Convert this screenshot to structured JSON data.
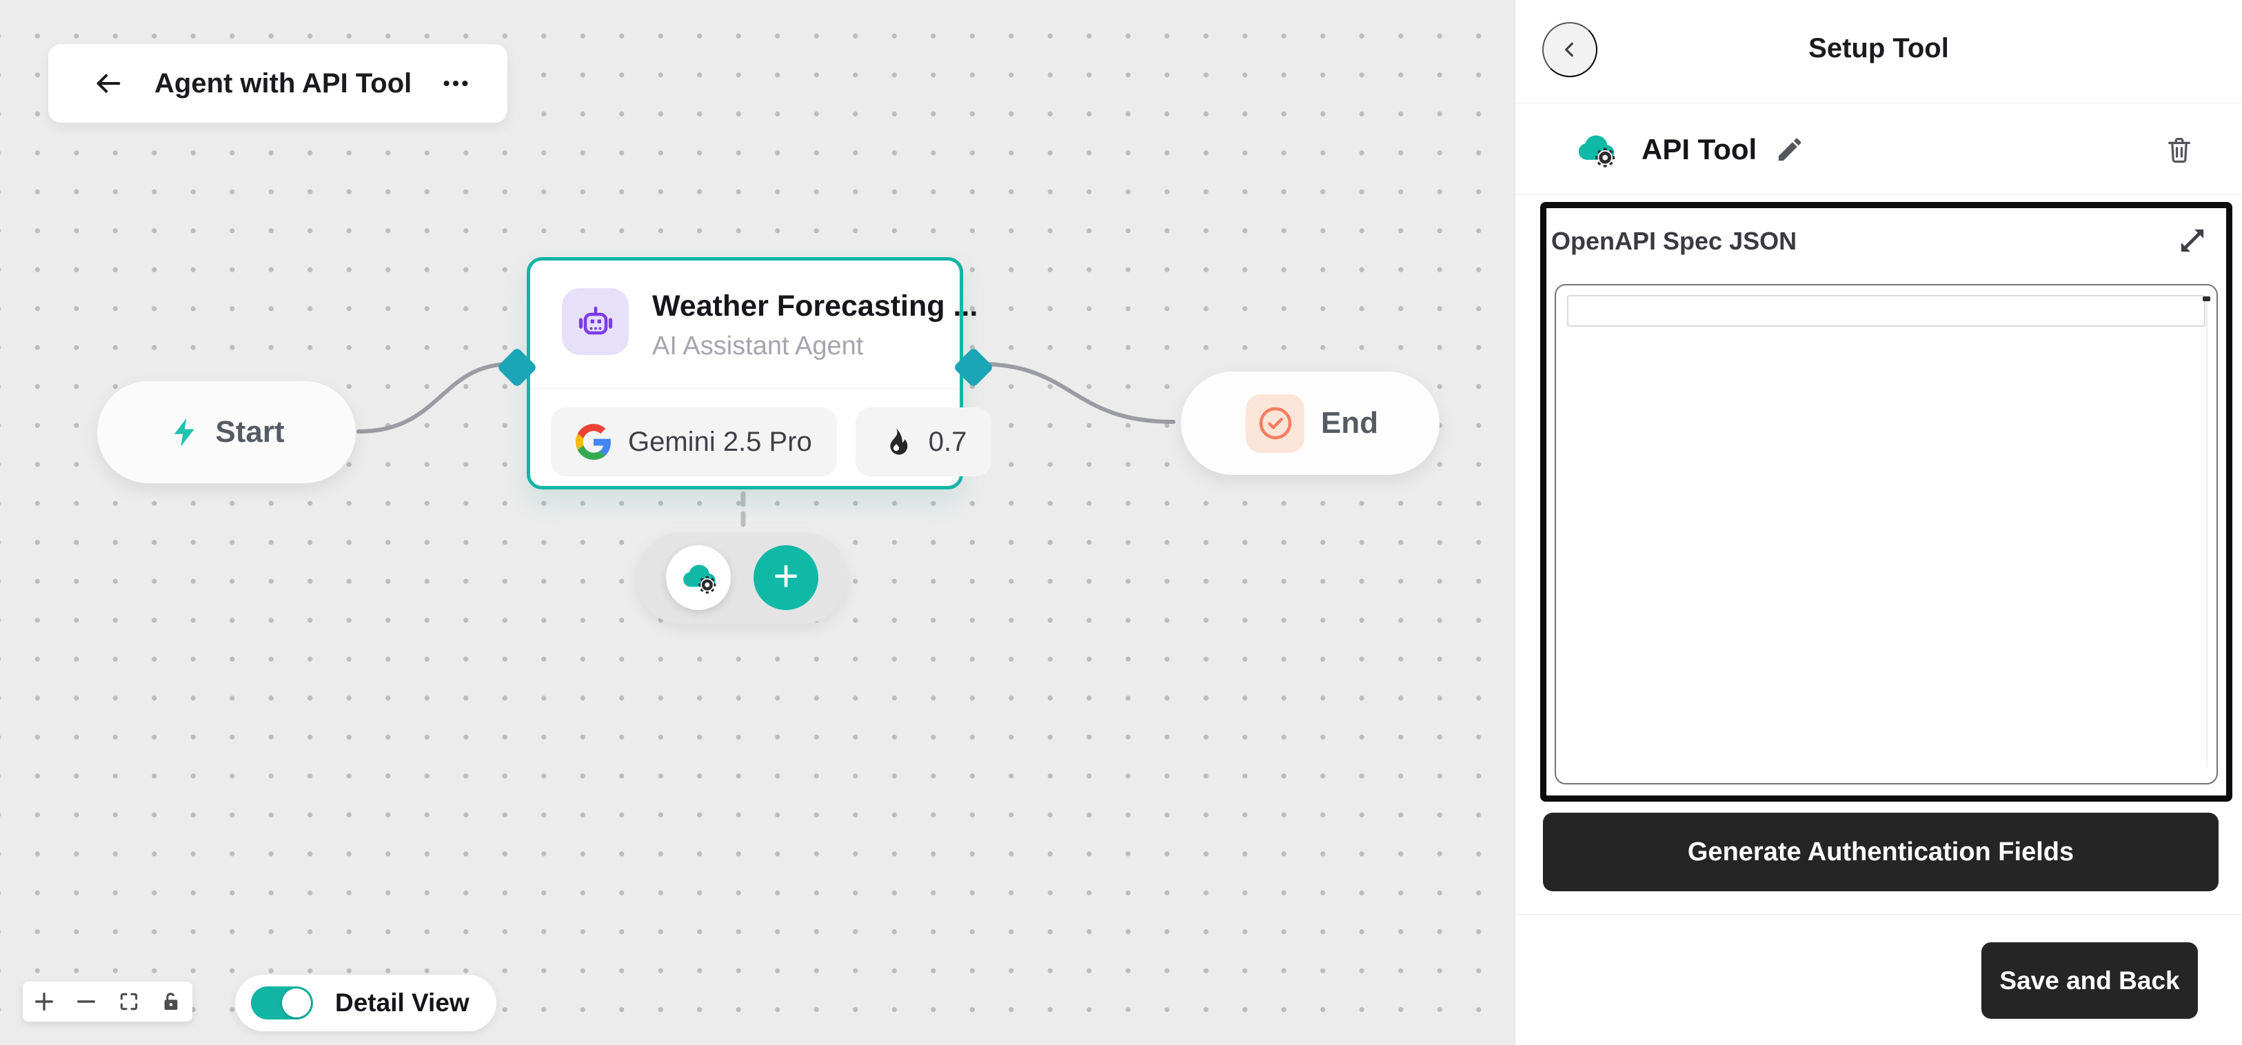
{
  "canvas": {
    "title_card": {
      "title": "Agent with API Tool",
      "menu_glyph": "⋯"
    },
    "start_node": {
      "label": "Start"
    },
    "agent_node": {
      "title": "Weather Forecasting ...",
      "subtitle": "AI Assistant Agent",
      "model": "Gemini 2.5 Pro",
      "temperature": "0.7"
    },
    "end_node": {
      "label": "End"
    },
    "add_tool": {
      "plus_glyph": "+"
    },
    "detail_toggle": {
      "label": "Detail View",
      "state": "on"
    }
  },
  "panel": {
    "title": "Setup Tool",
    "tool_name": "API Tool",
    "openapi_field": {
      "label": "OpenAPI Spec JSON",
      "value": ""
    },
    "buttons": {
      "generate": "Generate Authentication Fields",
      "save": "Save and Back"
    }
  },
  "icons": {
    "back_arrow": "left-arrow",
    "overflow_menu": "three-dots",
    "start": "lightning-bolt",
    "agent": "robot",
    "model_provider": "google-g",
    "temperature": "flame",
    "end": "check-circle",
    "tool": "cloud-gear",
    "zoom": [
      "plus",
      "minus",
      "fit-view",
      "unlock"
    ],
    "panel": [
      "chevron-left",
      "pencil",
      "trash",
      "expand"
    ]
  },
  "colors": {
    "canvas_bg": "#ececec",
    "accent_teal": "#12b5a3",
    "node_border": "#14b4a4",
    "handle_cyan": "#1aa6b6",
    "agent_purple": "#7c3aed",
    "end_orange": "#f87c60",
    "dark_button": "#252525",
    "edge_gray": "#9b9ba3"
  }
}
